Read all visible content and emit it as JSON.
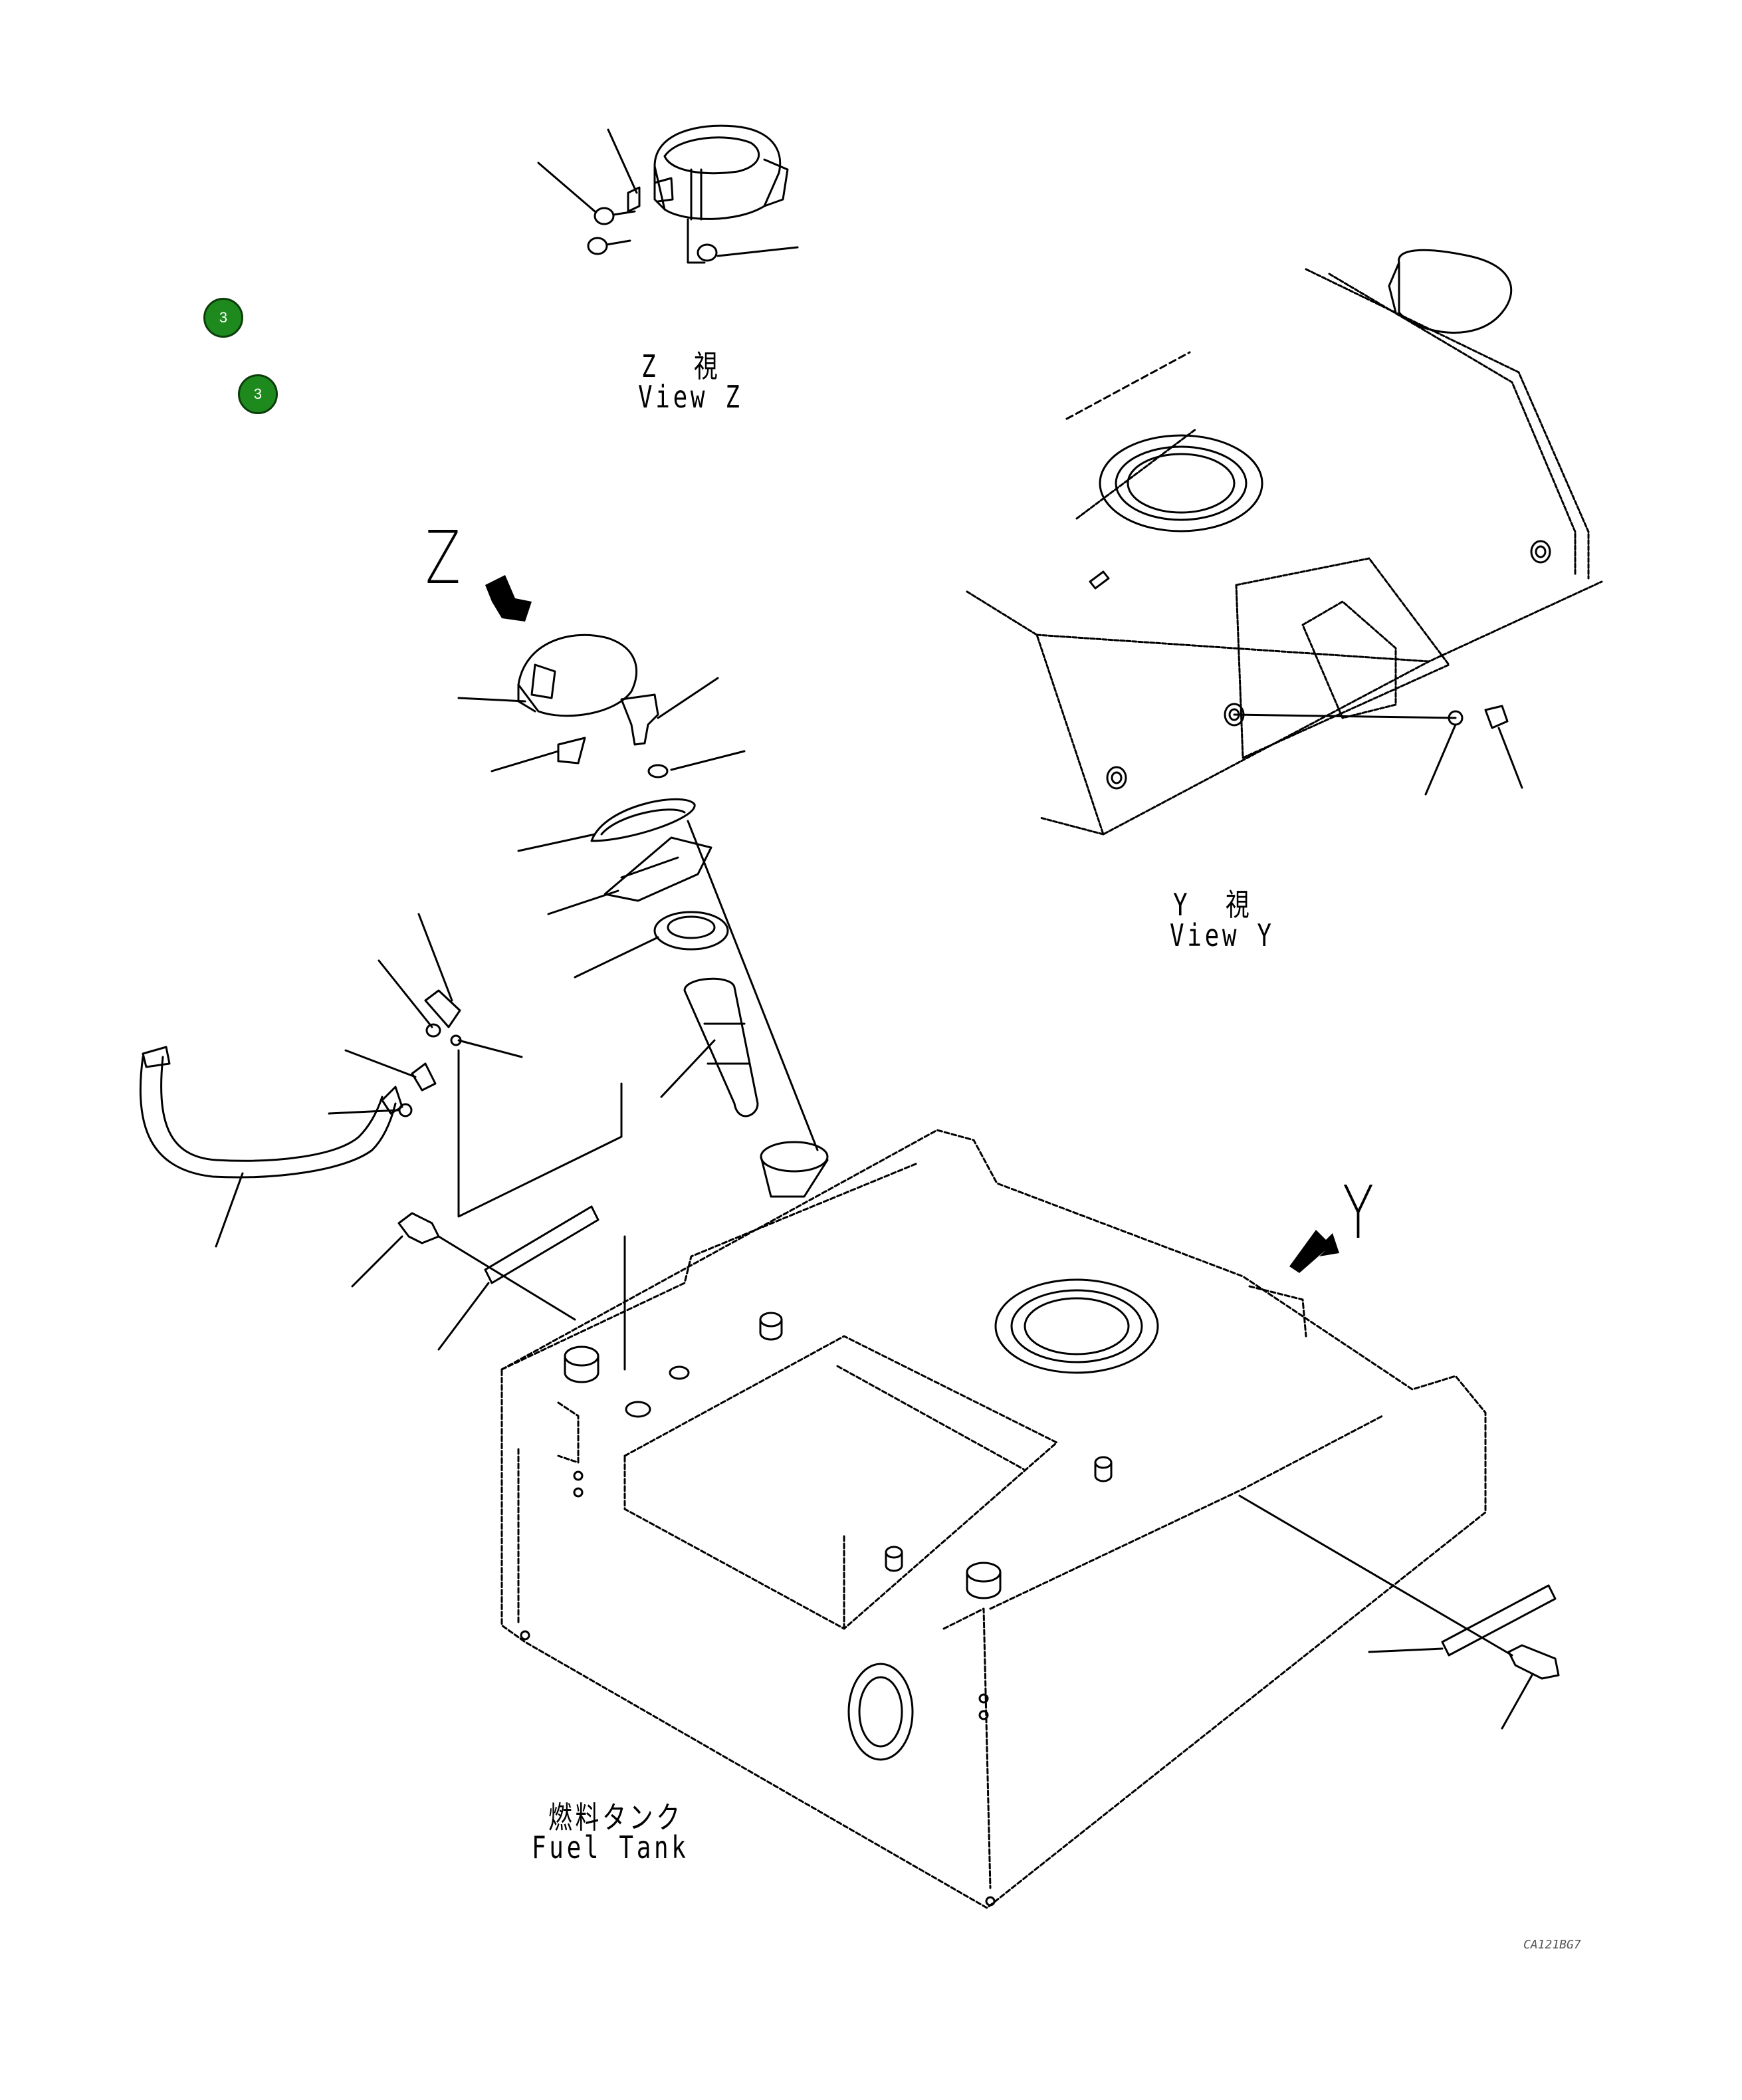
{
  "badges": [
    {
      "text": "3"
    },
    {
      "text": "3"
    }
  ],
  "views": {
    "z": {
      "jp": "Z  視",
      "en": "View Z"
    },
    "y": {
      "jp": "Y  視",
      "en": "View Y"
    }
  },
  "arrow_letters": {
    "z": "Z",
    "y": "Y"
  },
  "main": {
    "jp": "燃料タンク",
    "en": "Fuel Tank"
  },
  "drawing_number": "CA121BG7",
  "colors": {
    "badge": "#1e8a1e",
    "line": "#000000"
  }
}
